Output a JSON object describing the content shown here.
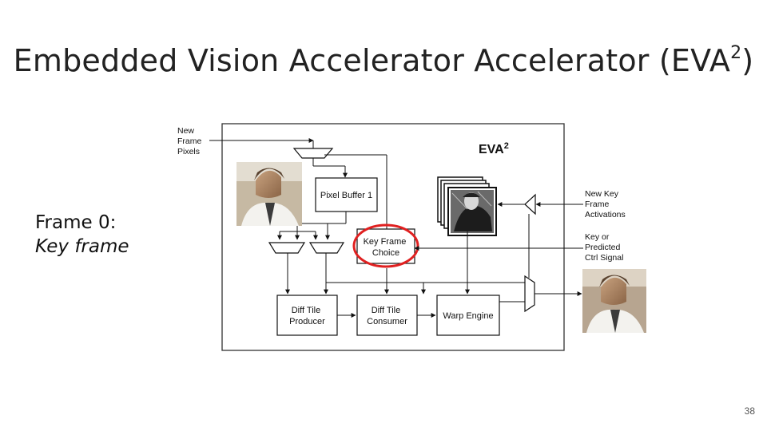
{
  "slide": {
    "title_main": "Embedded Vision Accelerator Accelerator (EVA",
    "title_sup": "2",
    "title_close": ")",
    "frame_label_line1": "Frame 0:",
    "frame_label_line2": "Key frame",
    "page_number": "38"
  },
  "diagram": {
    "eva_label": "EVA",
    "eva_sup": "2",
    "inputs": {
      "new_frame": [
        "New",
        "Frame",
        "Pixels"
      ],
      "new_key_frame": [
        "New Key",
        "Frame",
        "Activations"
      ],
      "key_or_predicted": [
        "Key or",
        "Predicted",
        "Ctrl Signal"
      ]
    },
    "blocks": {
      "pixel_buffer": "Pixel Buffer 1",
      "key_frame_choice": [
        "Key Frame",
        "Choice"
      ],
      "diff_tile_producer": [
        "Diff Tile",
        "Producer"
      ],
      "diff_tile_consumer": [
        "Diff Tile",
        "Consumer"
      ],
      "warp_engine": "Warp Engine"
    },
    "highlight_color": "#e02020"
  }
}
